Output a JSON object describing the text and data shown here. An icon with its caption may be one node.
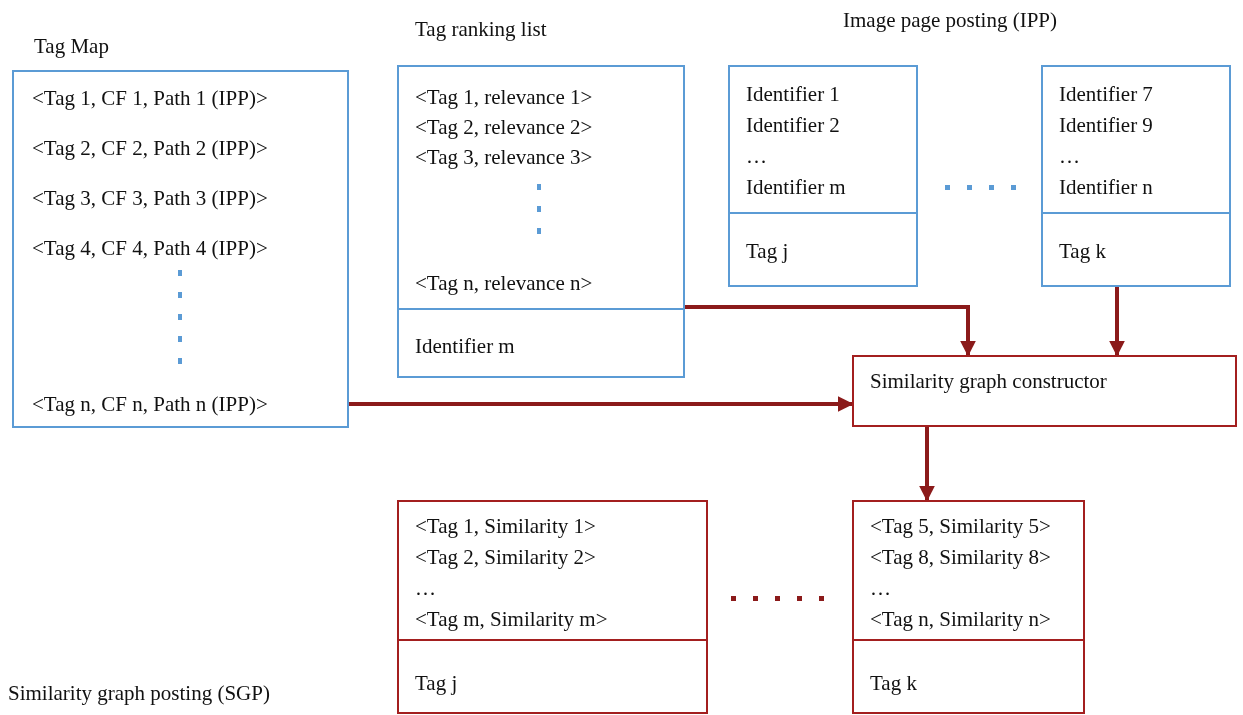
{
  "diagram": {
    "nodes": [
      {
        "text": [
          "Tag Map",
          "<Tag 1, CF 1, Path 1 (IPP)>",
          "<Tag 2, CF 2, Path 2 (IPP)>",
          "<Tag 3, CF 3, Path 3 (IPP)>",
          "<Tag 4, CF 4, Path 4 (IPP)>",
          "<Tag n, CF n, Path n (IPP)>"
        ]
      },
      {
        "text": [
          "Tag ranking list",
          "<Tag 1, relevance 1>",
          "<Tag 2, relevance 2>",
          "<Tag 3, relevance 3>",
          "<Tag n, relevance n>",
          "Identifier m"
        ]
      },
      {
        "text": [
          "Identifier 1",
          "Identifier 2",
          "…",
          "Identifier m",
          "Tag j"
        ]
      },
      {
        "text": [
          "Identifier 7",
          "Identifier 9",
          "…",
          "Identifier n",
          "Tag k"
        ]
      },
      {
        "text": [
          "Similarity graph constructor"
        ]
      },
      {
        "text": [
          "<Tag 1, Similarity 1>",
          "<Tag 2, Similarity 2>",
          "…",
          "<Tag m, Similarity m>",
          "Tag j"
        ]
      },
      {
        "text": [
          "<Tag 5, Similarity 5>",
          "<Tag 8, Similarity 8>",
          "…",
          "<Tag n, Similarity n>",
          "Tag k"
        ]
      }
    ],
    "edges": [
      {
        "from": 0,
        "to": 4,
        "arrow": "to"
      },
      {
        "from": 1,
        "to": 4,
        "arrow": "to"
      },
      {
        "from": 3,
        "to": 4,
        "arrow": "to"
      },
      {
        "from": 4,
        "to": 6,
        "arrow": "to"
      }
    ],
    "labels": [
      "Image page posting (IPP)",
      "Similarity graph posting (SGP)"
    ]
  }
}
